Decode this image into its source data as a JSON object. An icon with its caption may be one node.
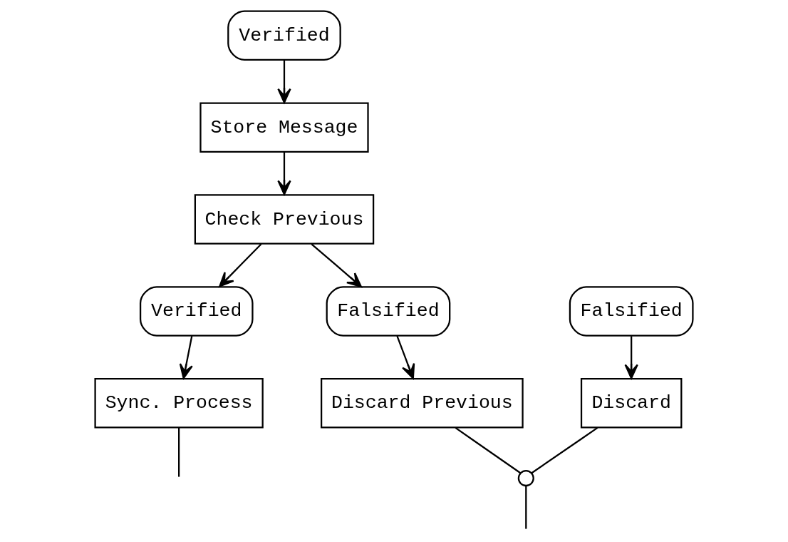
{
  "diagram": {
    "nodes": [
      {
        "text": [
          "Verified"
        ]
      },
      {
        "text": [
          "Falsified"
        ]
      },
      {
        "text": [
          "Store Message"
        ]
      },
      {
        "text": [
          "Discard"
        ]
      },
      {
        "text": [
          "Check Previous"
        ]
      },
      {
        "text": [
          "Verified"
        ]
      },
      {
        "text": [
          "Falsified"
        ]
      },
      {
        "text": [
          "Sync. Process"
        ]
      },
      {
        "text": [
          "Discard Previous"
        ]
      },
      {
        "text": [],
        "shape": "circle"
      }
    ],
    "edges": [
      {
        "from": 0,
        "to": 2,
        "arrow": "to"
      },
      {
        "from": 1,
        "to": 3,
        "arrow": "to"
      },
      {
        "from": 2,
        "to": 4,
        "arrow": "to"
      },
      {
        "from": 4,
        "to": 5,
        "arrow": "to"
      },
      {
        "from": 4,
        "to": 6,
        "arrow": "to"
      },
      {
        "from": 5,
        "to": 7,
        "arrow": "to"
      },
      {
        "from": 6,
        "to": 8,
        "arrow": "to"
      },
      {
        "from": 7,
        "to": null,
        "arrow": "none"
      },
      {
        "from": 3,
        "to": 9,
        "arrow": "none"
      },
      {
        "from": 8,
        "to": 9,
        "arrow": "none"
      },
      {
        "from": 9,
        "to": null,
        "arrow": "none"
      }
    ]
  }
}
